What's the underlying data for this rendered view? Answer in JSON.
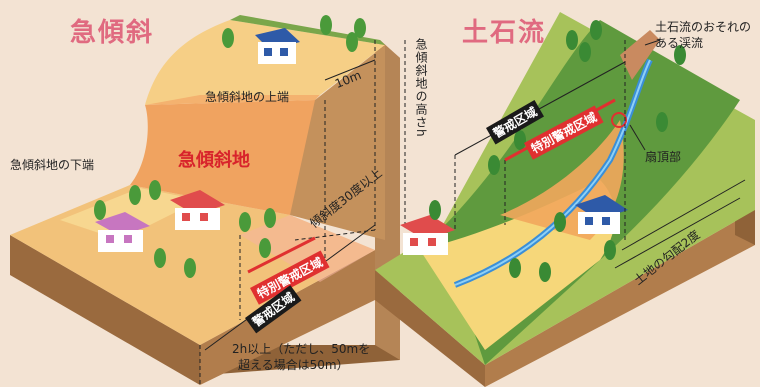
{
  "left": {
    "title": "急傾斜",
    "upper_edge": "急傾斜地の上端",
    "lower_edge": "急傾斜地の下端",
    "main_label": "急傾斜地",
    "height_label": "急傾斜地の高さh",
    "ten_m": "10m",
    "slope_angle": "傾斜度30度以上",
    "special_zone": "特別警戒区域",
    "warning_zone": "警戒区域",
    "distance_note_1": "2h以上（ただし、50mを",
    "distance_note_2": "超える場合は50m）"
  },
  "right": {
    "title": "土石流",
    "stream_label_1": "土石流のおそれの",
    "stream_label_2": "ある渓流",
    "apex": "扇頂部",
    "warning_zone": "警戒区域",
    "special_zone": "特別警戒区域",
    "gradient": "土地の勾配2度"
  },
  "colors": {
    "title": "#e06a80",
    "warning_red": "#e03030",
    "background": "#f3e3d3"
  }
}
